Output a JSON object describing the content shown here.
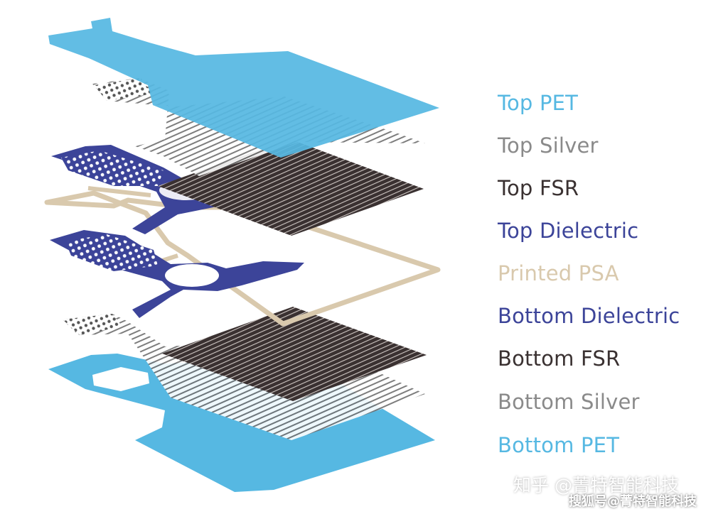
{
  "layers": [
    {
      "name": "Top PET",
      "color": "#56b8e2"
    },
    {
      "name": "Top Silver",
      "color": "#8a8a8a"
    },
    {
      "name": "Top FSR",
      "color": "#3a3131"
    },
    {
      "name": "Top Dielectric",
      "color": "#3c4499"
    },
    {
      "name": "Printed PSA",
      "color": "#d9c9ad"
    },
    {
      "name": "Bottom Dielectric",
      "color": "#3c4499"
    },
    {
      "name": "Bottom FSR",
      "color": "#3a3131"
    },
    {
      "name": "Bottom Silver",
      "color": "#8a8a8a"
    },
    {
      "name": "Bottom PET",
      "color": "#56b8e2"
    }
  ],
  "watermark": {
    "line1": "知乎 @菁特智能科技",
    "line2": "搜狐号@菁特智能科技"
  }
}
